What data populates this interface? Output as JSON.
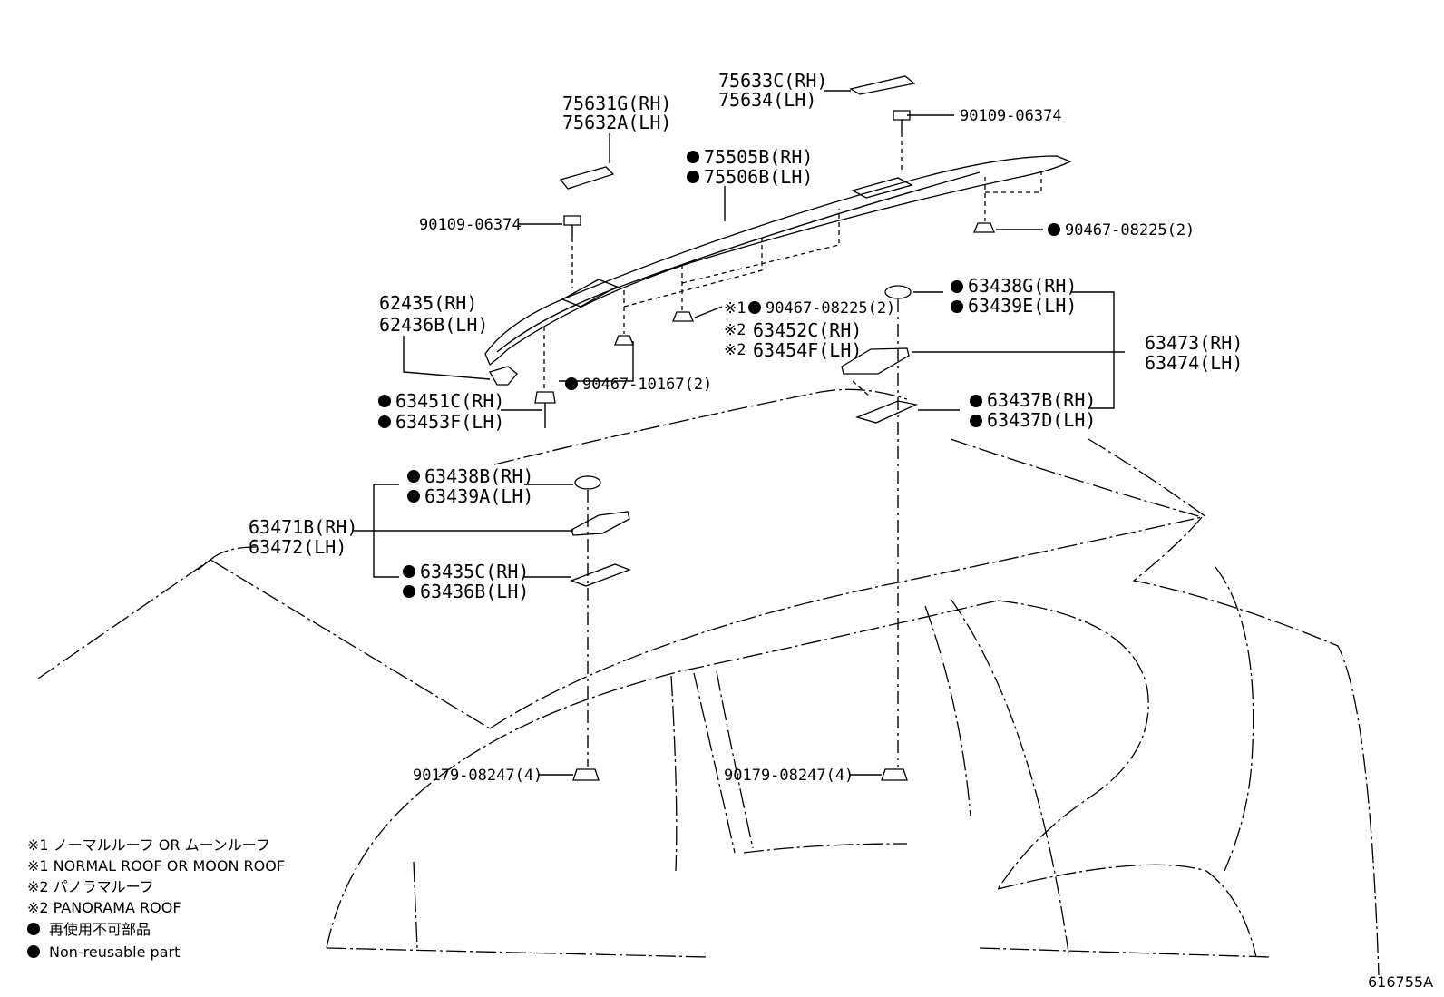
{
  "callouts": {
    "c75633": [
      "75633C(RH)",
      "75634(LH)"
    ],
    "c75631": [
      "75631G(RH)",
      "75632A(LH)"
    ],
    "c75505": [
      "75505B(RH)",
      "75506B(LH)"
    ],
    "c90109_top": "90109-06374",
    "c90109_left": "90109-06374",
    "c90467_08225_right": "90467-08225(2)",
    "c62435": [
      "62435(RH)",
      "62436B(LH)"
    ],
    "c90467_08225_mid": "90467-08225(2)",
    "c63452": [
      "63452C(RH)",
      "63454F(LH)"
    ],
    "c63438g": [
      "63438G(RH)",
      "63439E(LH)"
    ],
    "c63473": [
      "63473(RH)",
      "63474(LH)"
    ],
    "c63437": [
      "63437B(RH)",
      "63437D(LH)"
    ],
    "c90467_10167": "90467-10167(2)",
    "c63451": [
      "63451C(RH)",
      "63453F(LH)"
    ],
    "c63438b": [
      "63438B(RH)",
      "63439A(LH)"
    ],
    "c63471": [
      "63471B(RH)",
      "63472(LH)"
    ],
    "c63435": [
      "63435C(RH)",
      "63436B(LH)"
    ],
    "c90179_left": "90179-08247(4)",
    "c90179_right": "90179-08247(4)"
  },
  "marks": {
    "note1": "※1",
    "note2": "※2"
  },
  "legend": [
    "※1 ノーマルルーフ OR ムーンルーフ",
    "※1 NORMAL ROOF OR MOON ROOF",
    "※2 パノラマルーフ",
    "※2 PANORAMA ROOF",
    "再使用不可部品",
    "Non-reusable part"
  ],
  "figure_id": "616755A"
}
